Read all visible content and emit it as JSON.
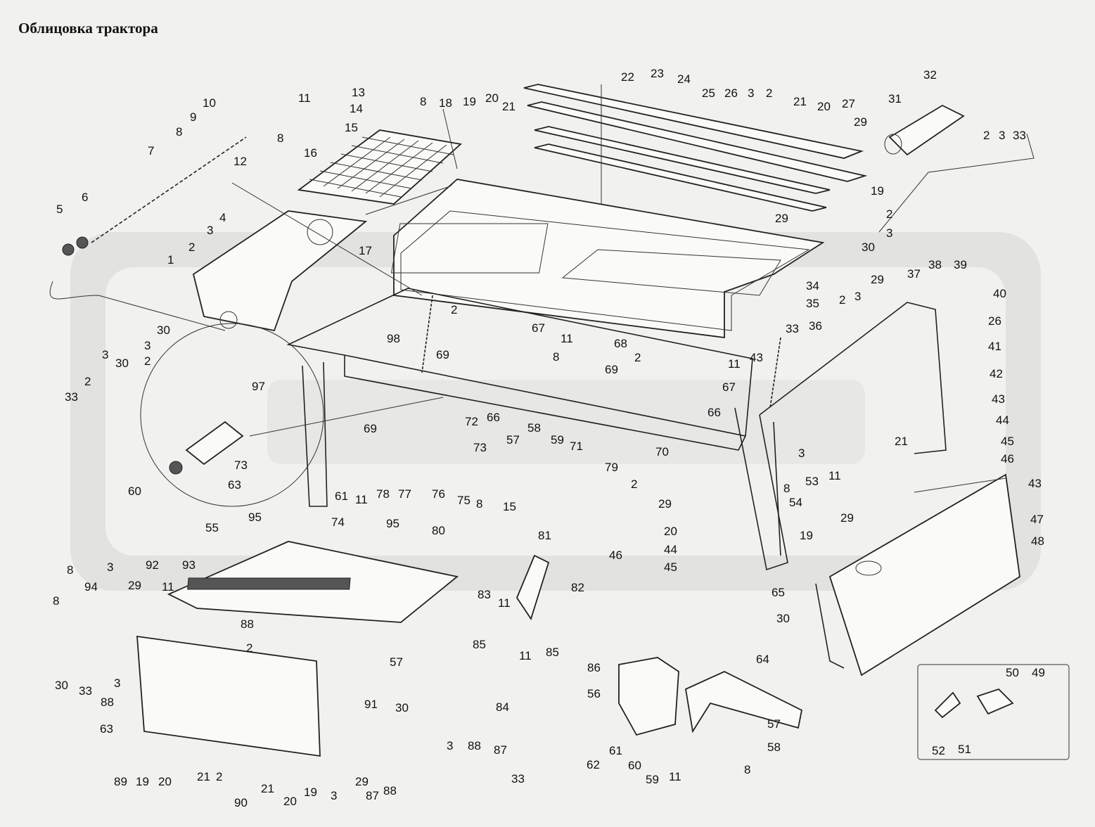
{
  "title": "Облицовка трактора",
  "labels": [
    {
      "id": "l13",
      "text": "13"
    },
    {
      "id": "l14",
      "text": "14"
    },
    {
      "id": "l15",
      "text": "15"
    },
    {
      "id": "l8a",
      "text": "8"
    },
    {
      "id": "l18",
      "text": "18"
    },
    {
      "id": "l19a",
      "text": "19"
    },
    {
      "id": "l20a",
      "text": "20"
    },
    {
      "id": "l21a",
      "text": "21"
    },
    {
      "id": "l22",
      "text": "22"
    },
    {
      "id": "l23",
      "text": "23"
    },
    {
      "id": "l24",
      "text": "24"
    },
    {
      "id": "l25",
      "text": "25"
    },
    {
      "id": "l26a",
      "text": "26"
    },
    {
      "id": "l3a",
      "text": "3"
    },
    {
      "id": "l2a",
      "text": "2"
    },
    {
      "id": "l21b",
      "text": "21"
    },
    {
      "id": "l20b",
      "text": "20"
    },
    {
      "id": "l27",
      "text": "27"
    },
    {
      "id": "l29a",
      "text": "29"
    },
    {
      "id": "l32",
      "text": "32"
    },
    {
      "id": "l31",
      "text": "31"
    },
    {
      "id": "l2b",
      "text": "2"
    },
    {
      "id": "l3b",
      "text": "3"
    },
    {
      "id": "l33a",
      "text": "33"
    },
    {
      "id": "l10",
      "text": "10"
    },
    {
      "id": "l11a",
      "text": "11"
    },
    {
      "id": "l9",
      "text": "9"
    },
    {
      "id": "l8b",
      "text": "8"
    },
    {
      "id": "l8c",
      "text": "8"
    },
    {
      "id": "l7",
      "text": "7"
    },
    {
      "id": "l12",
      "text": "12"
    },
    {
      "id": "l16",
      "text": "16"
    },
    {
      "id": "l5",
      "text": "5"
    },
    {
      "id": "l6",
      "text": "6"
    },
    {
      "id": "l4",
      "text": "4"
    },
    {
      "id": "l3c",
      "text": "3"
    },
    {
      "id": "l2c",
      "text": "2"
    },
    {
      "id": "l1",
      "text": "1"
    },
    {
      "id": "l17",
      "text": "17"
    },
    {
      "id": "l19b",
      "text": "19"
    },
    {
      "id": "l2d",
      "text": "2"
    },
    {
      "id": "l29b",
      "text": "29"
    },
    {
      "id": "l3d",
      "text": "3"
    },
    {
      "id": "l30a",
      "text": "30"
    },
    {
      "id": "l30b",
      "text": "30"
    },
    {
      "id": "l3e",
      "text": "3"
    },
    {
      "id": "l2e",
      "text": "2"
    },
    {
      "id": "l97",
      "text": "97"
    },
    {
      "id": "l30c",
      "text": "30"
    },
    {
      "id": "l2f",
      "text": "2"
    },
    {
      "id": "l3f",
      "text": "3"
    },
    {
      "id": "l33b",
      "text": "33"
    },
    {
      "id": "l98",
      "text": "98"
    },
    {
      "id": "l2g",
      "text": "2"
    },
    {
      "id": "l67a",
      "text": "67"
    },
    {
      "id": "l11b",
      "text": "11"
    },
    {
      "id": "l8d",
      "text": "8"
    },
    {
      "id": "l69a",
      "text": "69"
    },
    {
      "id": "l34",
      "text": "34"
    },
    {
      "id": "l35",
      "text": "35"
    },
    {
      "id": "l33c",
      "text": "33"
    },
    {
      "id": "l36",
      "text": "36"
    },
    {
      "id": "l37",
      "text": "37"
    },
    {
      "id": "l38",
      "text": "38"
    },
    {
      "id": "l39",
      "text": "39"
    },
    {
      "id": "l2h",
      "text": "2"
    },
    {
      "id": "l3g",
      "text": "3"
    },
    {
      "id": "l29c",
      "text": "29"
    },
    {
      "id": "l40",
      "text": "40"
    },
    {
      "id": "l26b",
      "text": "26"
    },
    {
      "id": "l41",
      "text": "41"
    },
    {
      "id": "l42",
      "text": "42"
    },
    {
      "id": "l43a",
      "text": "43"
    },
    {
      "id": "l44a",
      "text": "44"
    },
    {
      "id": "l45a",
      "text": "45"
    },
    {
      "id": "l46a",
      "text": "46"
    },
    {
      "id": "l68",
      "text": "68"
    },
    {
      "id": "l2i",
      "text": "2"
    },
    {
      "id": "l11c",
      "text": "11"
    },
    {
      "id": "l69b",
      "text": "69"
    },
    {
      "id": "l67b",
      "text": "67"
    },
    {
      "id": "l43b",
      "text": "43"
    },
    {
      "id": "l66a",
      "text": "66"
    },
    {
      "id": "l72",
      "text": "72"
    },
    {
      "id": "l66b",
      "text": "66"
    },
    {
      "id": "l57a",
      "text": "57"
    },
    {
      "id": "l58a",
      "text": "58"
    },
    {
      "id": "l59a",
      "text": "59"
    },
    {
      "id": "l71",
      "text": "71"
    },
    {
      "id": "l69c",
      "text": "69"
    },
    {
      "id": "l73a",
      "text": "73"
    },
    {
      "id": "l73b",
      "text": "73"
    },
    {
      "id": "l63a",
      "text": "63"
    },
    {
      "id": "l60a",
      "text": "60"
    },
    {
      "id": "l61a",
      "text": "61"
    },
    {
      "id": "l11d",
      "text": "11"
    },
    {
      "id": "l78",
      "text": "78"
    },
    {
      "id": "l77",
      "text": "77"
    },
    {
      "id": "l76",
      "text": "76"
    },
    {
      "id": "l75",
      "text": "75"
    },
    {
      "id": "l8e",
      "text": "8"
    },
    {
      "id": "l15b",
      "text": "15"
    },
    {
      "id": "l74",
      "text": "74"
    },
    {
      "id": "l79",
      "text": "79"
    },
    {
      "id": "l70",
      "text": "70"
    },
    {
      "id": "l2j",
      "text": "2"
    },
    {
      "id": "l29d",
      "text": "29"
    },
    {
      "id": "l3h",
      "text": "3"
    },
    {
      "id": "l21c",
      "text": "21"
    },
    {
      "id": "l53",
      "text": "53"
    },
    {
      "id": "l11e",
      "text": "11"
    },
    {
      "id": "l8f",
      "text": "8"
    },
    {
      "id": "l54",
      "text": "54"
    },
    {
      "id": "l43c",
      "text": "43"
    },
    {
      "id": "l47",
      "text": "47"
    },
    {
      "id": "l48",
      "text": "48"
    },
    {
      "id": "l29e",
      "text": "29"
    },
    {
      "id": "l19c",
      "text": "19"
    },
    {
      "id": "l20c",
      "text": "20"
    },
    {
      "id": "l44b",
      "text": "44"
    },
    {
      "id": "l45b",
      "text": "45"
    },
    {
      "id": "l46b",
      "text": "46"
    },
    {
      "id": "l65",
      "text": "65"
    },
    {
      "id": "l30d",
      "text": "30"
    },
    {
      "id": "l55",
      "text": "55"
    },
    {
      "id": "l95a",
      "text": "95"
    },
    {
      "id": "l95b",
      "text": "95"
    },
    {
      "id": "l80",
      "text": "80"
    },
    {
      "id": "l81",
      "text": "81"
    },
    {
      "id": "l82",
      "text": "82"
    },
    {
      "id": "l83",
      "text": "83"
    },
    {
      "id": "l11f",
      "text": "11"
    },
    {
      "id": "l8g",
      "text": "8"
    },
    {
      "id": "l3i",
      "text": "3"
    },
    {
      "id": "l92",
      "text": "92"
    },
    {
      "id": "l93",
      "text": "93"
    },
    {
      "id": "l94",
      "text": "94"
    },
    {
      "id": "l29f",
      "text": "29"
    },
    {
      "id": "l11g",
      "text": "11"
    },
    {
      "id": "l8h",
      "text": "8"
    },
    {
      "id": "l88a",
      "text": "88"
    },
    {
      "id": "l2k",
      "text": "2"
    },
    {
      "id": "l30e",
      "text": "30"
    },
    {
      "id": "l33d",
      "text": "33"
    },
    {
      "id": "l3j",
      "text": "3"
    },
    {
      "id": "l88b",
      "text": "88"
    },
    {
      "id": "l57b",
      "text": "57"
    },
    {
      "id": "l85a",
      "text": "85"
    },
    {
      "id": "l11h",
      "text": "11"
    },
    {
      "id": "l85b",
      "text": "85"
    },
    {
      "id": "l84",
      "text": "84"
    },
    {
      "id": "l86",
      "text": "86"
    },
    {
      "id": "l64",
      "text": "64"
    },
    {
      "id": "l56",
      "text": "56"
    },
    {
      "id": "l63b",
      "text": "63"
    },
    {
      "id": "l91",
      "text": "91"
    },
    {
      "id": "l30f",
      "text": "30"
    },
    {
      "id": "l89",
      "text": "89"
    },
    {
      "id": "l19d",
      "text": "19"
    },
    {
      "id": "l20d",
      "text": "20"
    },
    {
      "id": "l21d",
      "text": "21"
    },
    {
      "id": "l2l",
      "text": "2"
    },
    {
      "id": "l3k",
      "text": "3"
    },
    {
      "id": "l88c",
      "text": "88"
    },
    {
      "id": "l87a",
      "text": "87"
    },
    {
      "id": "l3l",
      "text": "3"
    },
    {
      "id": "l29g",
      "text": "29"
    },
    {
      "id": "l87b",
      "text": "87"
    },
    {
      "id": "l88d",
      "text": "88"
    },
    {
      "id": "l33e",
      "text": "33"
    },
    {
      "id": "l90",
      "text": "90"
    },
    {
      "id": "l21e",
      "text": "21"
    },
    {
      "id": "l20e",
      "text": "20"
    },
    {
      "id": "l19e",
      "text": "19"
    },
    {
      "id": "l62",
      "text": "62"
    },
    {
      "id": "l61b",
      "text": "61"
    },
    {
      "id": "l60b",
      "text": "60"
    },
    {
      "id": "l59b",
      "text": "59"
    },
    {
      "id": "l11i",
      "text": "11"
    },
    {
      "id": "l57c",
      "text": "57"
    },
    {
      "id": "l58b",
      "text": "58"
    },
    {
      "id": "l8i",
      "text": "8"
    },
    {
      "id": "l50",
      "text": "50"
    },
    {
      "id": "l49",
      "text": "49"
    },
    {
      "id": "l52",
      "text": "52"
    },
    {
      "id": "l51",
      "text": "51"
    }
  ]
}
